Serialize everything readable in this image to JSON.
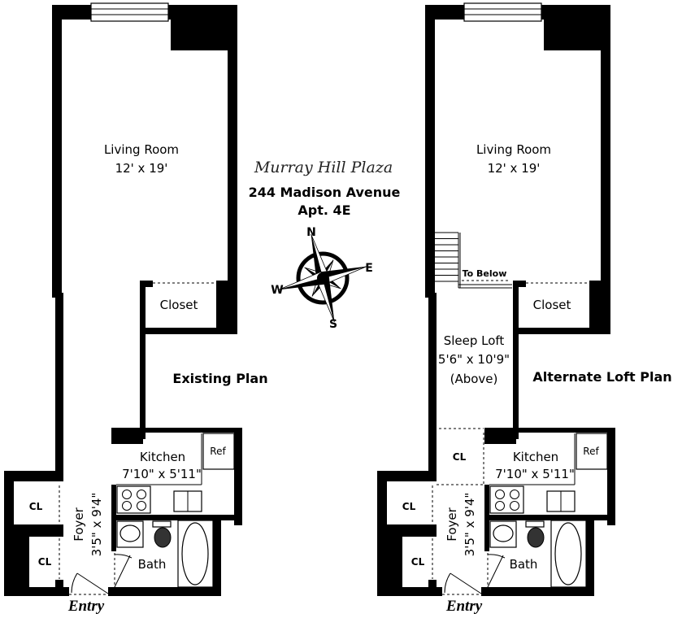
{
  "title": {
    "building": "Murray Hill Plaza",
    "address": "244 Madison Avenue",
    "unit": "Apt. 4E"
  },
  "compass": {
    "n": "N",
    "e": "E",
    "s": "S",
    "w": "W"
  },
  "existing_plan": {
    "name": "Existing Plan",
    "living_room": {
      "label": "Living Room",
      "size": "12' x 19'"
    },
    "closet": "Closet",
    "kitchen": {
      "label": "Kitchen",
      "size": "7'10\" x 5'11\""
    },
    "ref": "Ref",
    "foyer": {
      "label": "Foyer",
      "size": "3'5\" x 9'4\""
    },
    "closet_1": "CL",
    "closet_2": "CL",
    "bath": "Bath",
    "entry": "Entry"
  },
  "alternate_plan": {
    "name": "Alternate Loft Plan",
    "living_room": {
      "label": "Living Room",
      "size": "12' x 19'"
    },
    "stairs_note": "To Below",
    "closet": "Closet",
    "sleep_loft": {
      "label": "Sleep Loft",
      "size": "5'6\" x 10'9\"",
      "note": "(Above)"
    },
    "closet_0": "CL",
    "kitchen": {
      "label": "Kitchen",
      "size": "7'10\" x 5'11\""
    },
    "ref": "Ref",
    "foyer": {
      "label": "Foyer",
      "size": "3'5\" x 9'4\""
    },
    "closet_1": "CL",
    "closet_2": "CL",
    "bath": "Bath",
    "entry": "Entry"
  }
}
